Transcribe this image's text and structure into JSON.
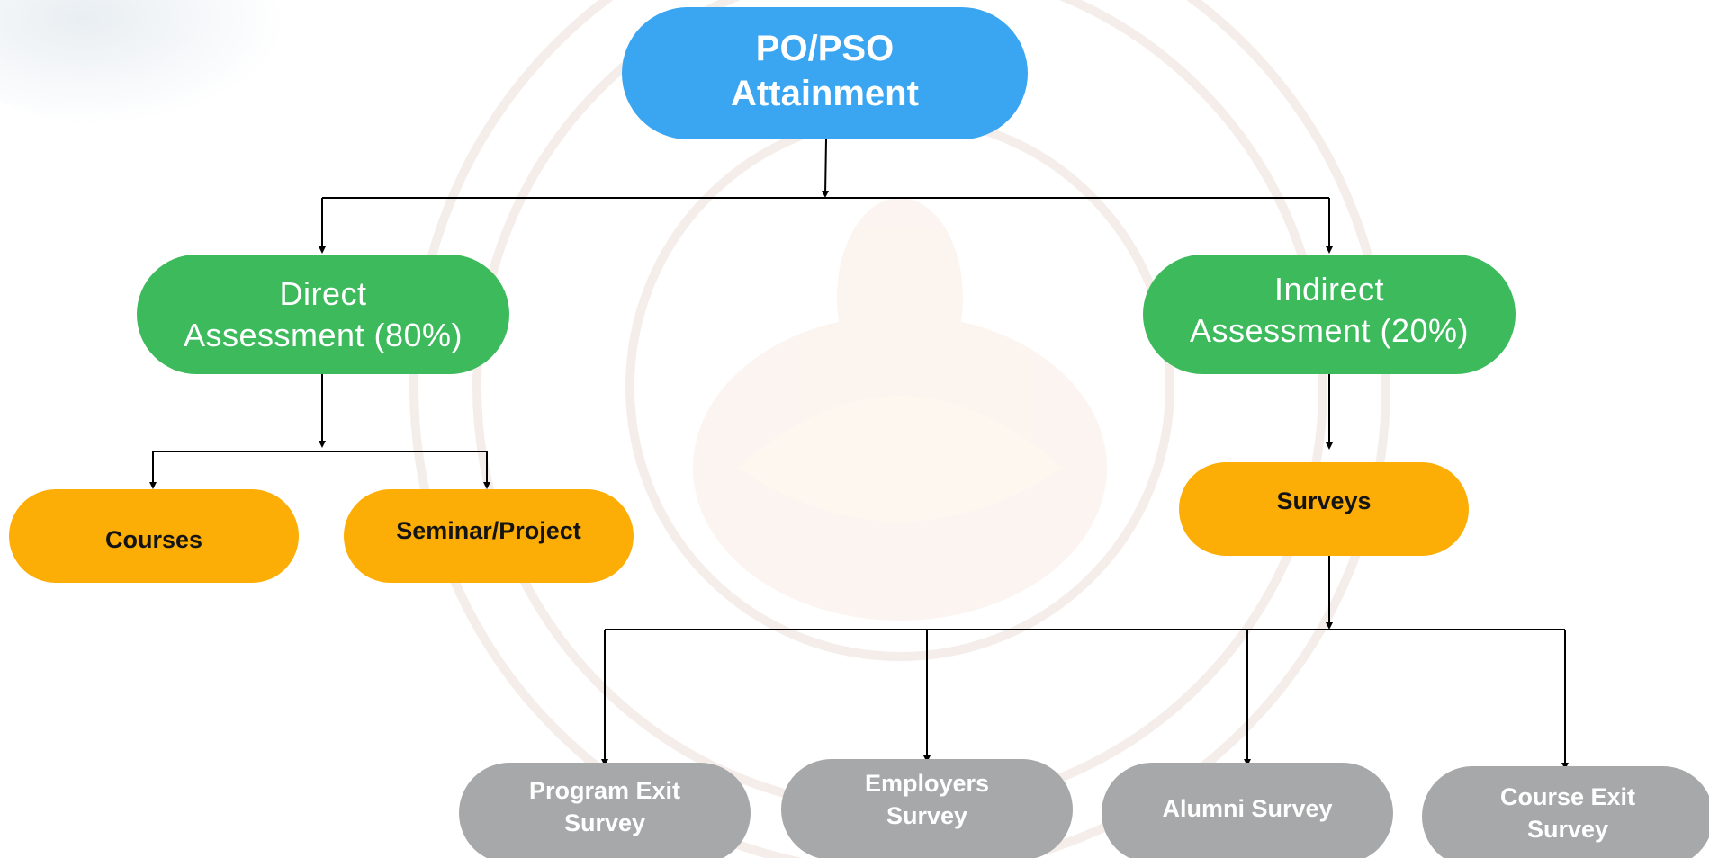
{
  "diagram": {
    "root": {
      "line1": "PO/PSO",
      "line2": "Attainment"
    },
    "direct": {
      "line1": "Direct",
      "line2": "Assessment (80%)"
    },
    "indirect": {
      "line1": "Indirect",
      "line2": "Assessment (20%)"
    },
    "direct_children": {
      "courses": "Courses",
      "seminar": "Seminar/Project"
    },
    "indirect_children": {
      "surveys": "Surveys"
    },
    "surveys": {
      "program_exit": {
        "line1": "Program Exit",
        "line2": "Survey"
      },
      "employers": {
        "line1": "Employers",
        "line2": "Survey"
      },
      "alumni": {
        "line1": "Alumni Survey"
      },
      "course_exit": {
        "line1": "Course Exit",
        "line2": "Survey"
      }
    }
  },
  "colors": {
    "root": "#3aa5f1",
    "assessment": "#3cba5c",
    "category": "#fcae06",
    "survey": "#a7a8a9",
    "connector": "#000000"
  }
}
